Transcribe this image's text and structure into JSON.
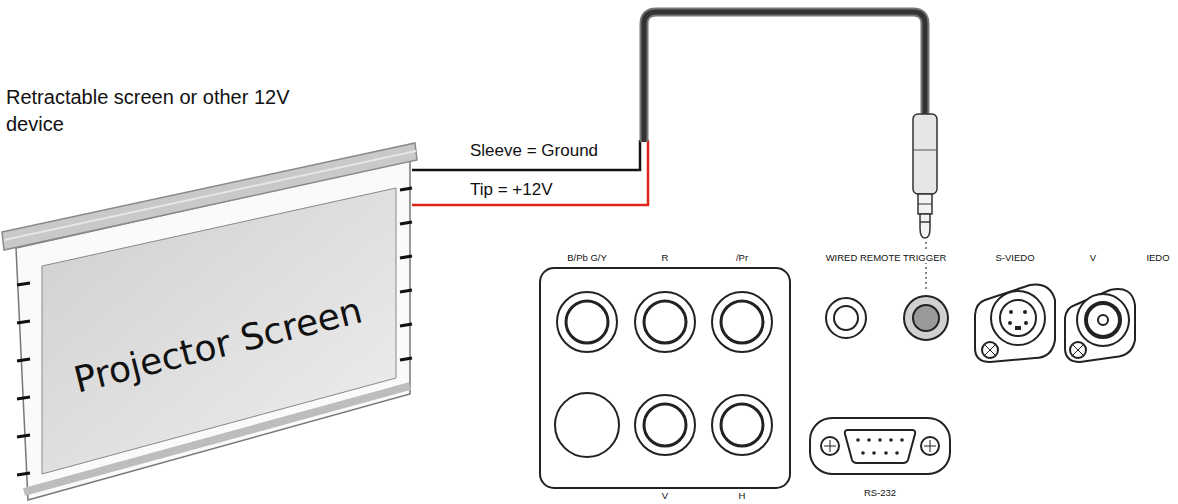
{
  "diagram": {
    "nodes": [
      {
        "text": [
          "Projector Screen"
        ]
      }
    ],
    "labels": [
      "Retractable screen or other 12V device",
      "Sleeve = Ground",
      "Tip = +12V",
      "B/Pb G/Y",
      "R",
      "/Pr",
      "WIRED REMOTE TRIGGER",
      "S-VIEDO",
      "V",
      "IEDO",
      "V",
      "H",
      "RS-232"
    ]
  }
}
